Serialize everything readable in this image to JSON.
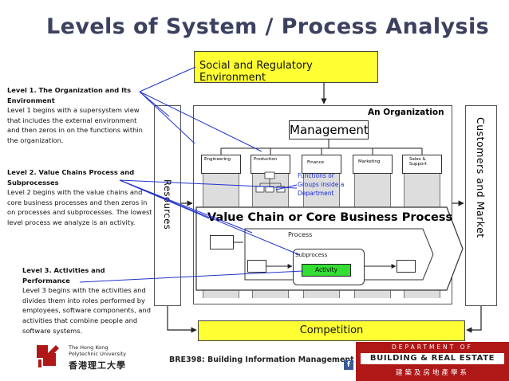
{
  "title": "Levels of System / Process Analysis",
  "social": "Social and Regulatory Environment",
  "competition": "Competition",
  "org_label": "An Organization",
  "management": "Management",
  "resources": "Resources",
  "customers": "Customers and Market",
  "departments": [
    "Engineering",
    "Production",
    "Finance",
    "Marketing",
    "Sales & Support"
  ],
  "functions_label": "Functions or Groups inside a Department",
  "value_chain": "Value Chain or Core Business Process",
  "process": "Process",
  "subprocess": "Subprocess",
  "activity": "Activity",
  "level1": {
    "heading": "Level 1. The Organization and Its Environment",
    "body": "Level 1 begins with a supersystem view that includes the external environment and then zeros in on the functions within the organization."
  },
  "level2": {
    "heading": "Level 2. Value Chains Process and Subprocesses",
    "body": "Level 2 begins with the value chains and core business processes and then zeros in on processes and subprocesses. The lowest level process we analyze is an activity."
  },
  "level3": {
    "heading": "Level 3. Activities and Performance",
    "body": "Level 3 begins with the activities and divides them into roles performed by employees, software components, and activities that combine people and software systems."
  },
  "footer": "BRE398: Building Information Management",
  "university_en": [
    "The Hong Kong",
    "Polytechnic University"
  ],
  "university_zh": "香港理工大學",
  "dept_line1": "DEPARTMENT OF",
  "dept_line2": "BUILDING & REAL ESTATE",
  "dept_line3": "建築及房地產學系",
  "colors": {
    "title": "#3c4160",
    "yellow": "#ffff33",
    "activity": "#33dd33",
    "link_lines": "#2233cc",
    "dept_banner": "#b01818"
  }
}
